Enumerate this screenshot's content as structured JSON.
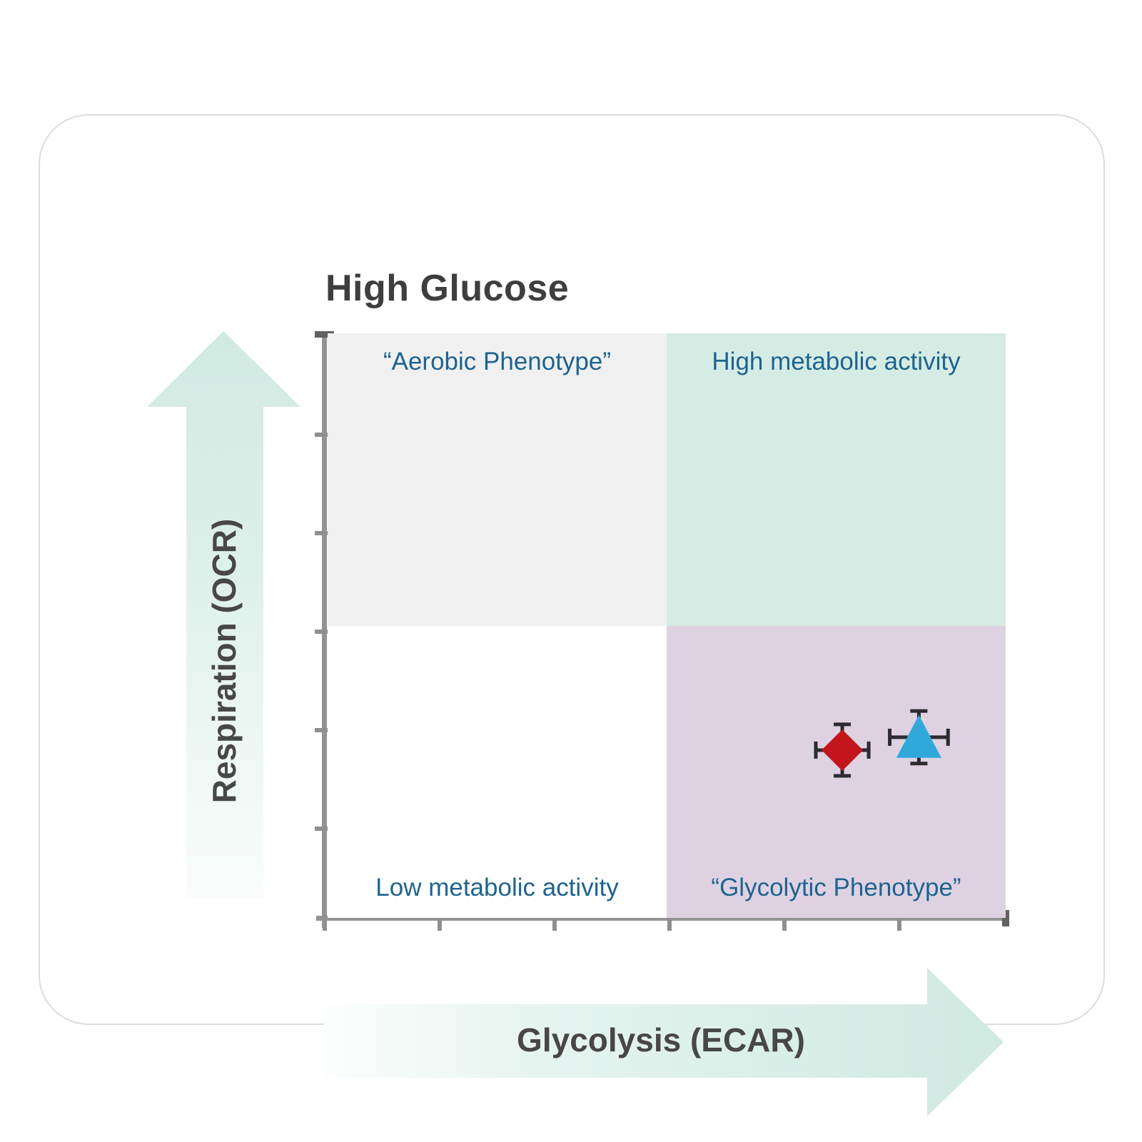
{
  "chart_data": {
    "type": "scatter",
    "title": "High Glucose",
    "xlabel": "Glycolysis (ECAR)",
    "ylabel": "Respiration (OCR)",
    "legend": "none",
    "axes": {
      "numeric_labels": false,
      "grid": false,
      "x_range": [
        0,
        1
      ],
      "y_range": [
        0,
        1
      ],
      "x_tick_count": 6,
      "y_tick_count": 5
    },
    "quadrants": [
      {
        "position": "top-left",
        "label": "“Aerobic Phenotype”",
        "fill": "#f1f0f1"
      },
      {
        "position": "top-right",
        "label": "High metabolic activity",
        "fill": "#d5ece5"
      },
      {
        "position": "bottom-left",
        "label": "Low metabolic activity",
        "fill": "#ffffff"
      },
      {
        "position": "bottom-right",
        "label": "“Glycolytic Phenotype”",
        "fill": "#ded2e2"
      }
    ],
    "series": [
      {
        "name": "red diamond sample",
        "marker": "diamond",
        "color": "#c3151c",
        "x": 0.759,
        "y": 0.287,
        "x_err": 0.039,
        "y_err": 0.044,
        "size": 58
      },
      {
        "name": "blue triangle sample",
        "marker": "triangle",
        "color": "#30a9da",
        "x": 0.872,
        "y": 0.309,
        "x_err": 0.043,
        "y_err": 0.045,
        "width": 63,
        "height": 60
      }
    ],
    "error_bar_color": "#2b2b31"
  },
  "colors": {
    "card-bg": "#ffffff",
    "card-border": "#dcdcdc",
    "quad-gray": "#f1f0f1",
    "quad-mint": "#d5ece5",
    "quad-white": "#ffffff",
    "quad-lavender": "#ded2e2",
    "axis": "#939393",
    "axis-cap": "#616161",
    "tick": "#8f8f8f",
    "label-blue": "#1e6390",
    "title-text": "#3e3e3e",
    "axis-title-text": "#474747",
    "arrow-strong": "#cfe9e1",
    "arrow-faint": "#fafdfc"
  }
}
